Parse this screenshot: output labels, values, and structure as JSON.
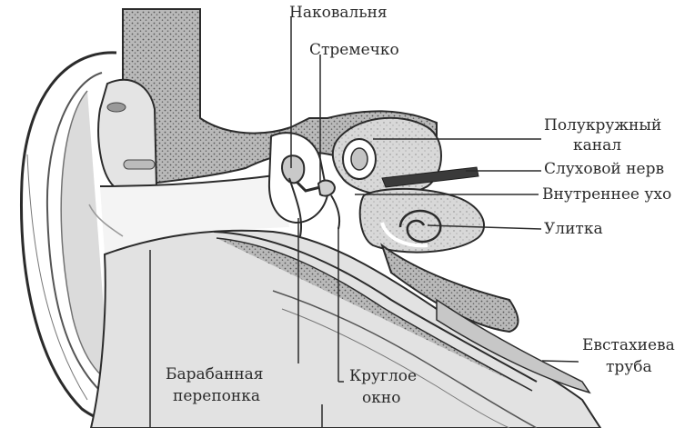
{
  "labels": {
    "incus": "Наковальня",
    "stapes": "Стремечко",
    "semicircular_canal_line1": "Полукружный",
    "semicircular_canal_line2": "канал",
    "auditory_nerve": "Слуховой нерв",
    "inner_ear": "Внутреннее ухо",
    "cochlea": "Улитка",
    "eustachian_tube_line1": "Евстахиева",
    "eustachian_tube_line2": "труба",
    "eardrum_line1": "Барабанная",
    "eardrum_line2": "перепонка",
    "round_window_line1": "Круглое",
    "round_window_line2": "окно"
  },
  "colors": {
    "ink": "#2b2b2b",
    "bone_fill": "#a9a9a9",
    "tissue_fill": "#d4d4d4",
    "light_fill": "#ececec",
    "background": "#ffffff"
  }
}
